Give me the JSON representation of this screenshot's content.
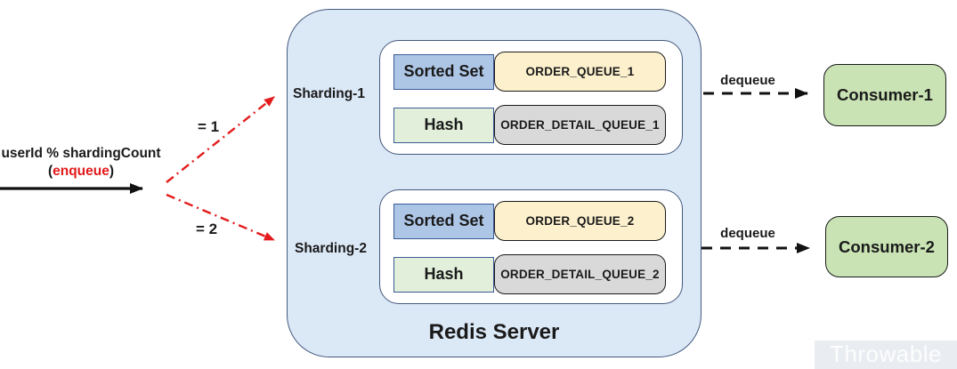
{
  "flow": {
    "formula": "userId % shardingCount",
    "paren_open": "(",
    "enqueue": "enqueue",
    "paren_close": ")",
    "branch1": "= 1",
    "branch2": "= 2"
  },
  "redis": {
    "title": "Redis Server",
    "shards": [
      {
        "name": "Sharding-1",
        "rows": [
          {
            "type": "Sorted Set",
            "queue": "ORDER_QUEUE_1"
          },
          {
            "type": "Hash",
            "queue": "ORDER_DETAIL_QUEUE_1"
          }
        ]
      },
      {
        "name": "Sharding-2",
        "rows": [
          {
            "type": "Sorted Set",
            "queue": "ORDER_QUEUE_2"
          },
          {
            "type": "Hash",
            "queue": "ORDER_DETAIL_QUEUE_2"
          }
        ]
      }
    ]
  },
  "edges": {
    "dequeue1": "dequeue",
    "dequeue2": "dequeue"
  },
  "consumers": [
    {
      "name": "Consumer-1"
    },
    {
      "name": "Consumer-2"
    }
  ],
  "watermark": "Throwable",
  "colors": {
    "canvas-bg": "#ffffff",
    "big-box-fill": "#dbe8f6",
    "big-box-border": "#44597e",
    "inner-box-fill": "#ffffff",
    "inner-box-border": "#44597e",
    "sorted-set-fill": "#aec6e6",
    "sorted-set-border": "#3a5a96",
    "hash-fill": "#e2efda",
    "hash-border": "#3a5a96",
    "queue-fill": "#fcf0cd",
    "queue-border": "#1a1a1a",
    "detail-fill": "#d9d9d9",
    "detail-border": "#1a1a1a",
    "consumer-fill": "#c9e3b4",
    "consumer-border": "#1a1a1a",
    "arrow-black": "#111111",
    "arrow-red": "#e31b1c",
    "text-dark": "#1a1a1a",
    "watermark-bg": "#e9ecf0",
    "watermark-text": "#fdfdfe"
  }
}
